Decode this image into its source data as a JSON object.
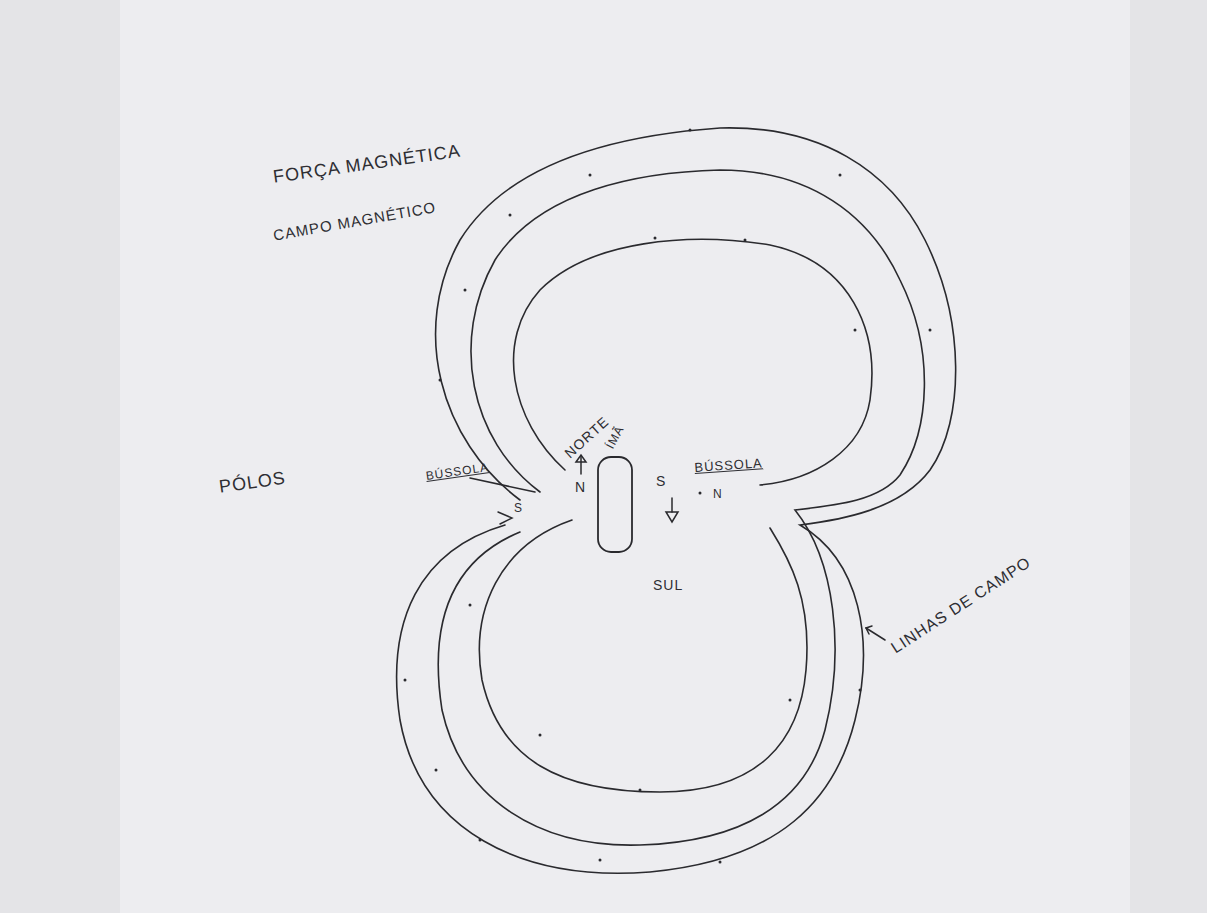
{
  "diagram": {
    "title": "FORÇA MAGNÉTICA",
    "labels": [
      "CAMPO MAGNÉTICO",
      "NORTE",
      "ÍMÃ",
      "PÓLOS",
      "BÚSSOLA",
      "BÚSSOLA",
      "N",
      "S",
      "N",
      "S",
      "SUL",
      "LINHAS DE CAMPO"
    ]
  }
}
